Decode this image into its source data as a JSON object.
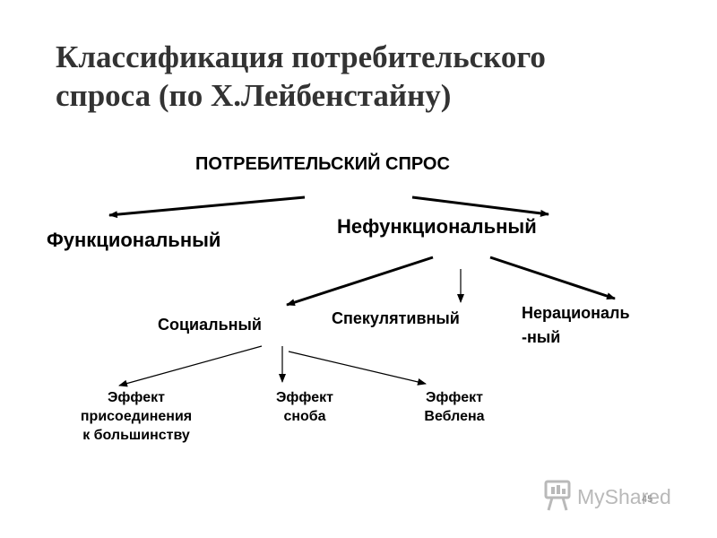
{
  "title": {
    "line1": "Классификация потребительского",
    "line2": "спроса (по Х.Лейбенстайну)"
  },
  "nodes": {
    "root": "ПОТРЕБИТЕЛЬСКИЙ СПРОС",
    "functional": "Функциональный",
    "nonfunctional": "Нефункциональный",
    "social": "Социальный",
    "speculative": "Спекулятивный",
    "irrational": [
      "Нерациональ",
      "-ный"
    ],
    "bandwagon": [
      "Эффект",
      "присоединения",
      "к большинству"
    ],
    "snob": [
      "Эффект",
      "сноба"
    ],
    "veblen": [
      "Эффект",
      "Веблена"
    ]
  },
  "watermark": {
    "text": "MyShared",
    "icon": "presentation-board-icon"
  },
  "page_number": "45",
  "colors": {
    "title": "#333333",
    "text": "#000000",
    "watermark": "#b9b9b9"
  }
}
